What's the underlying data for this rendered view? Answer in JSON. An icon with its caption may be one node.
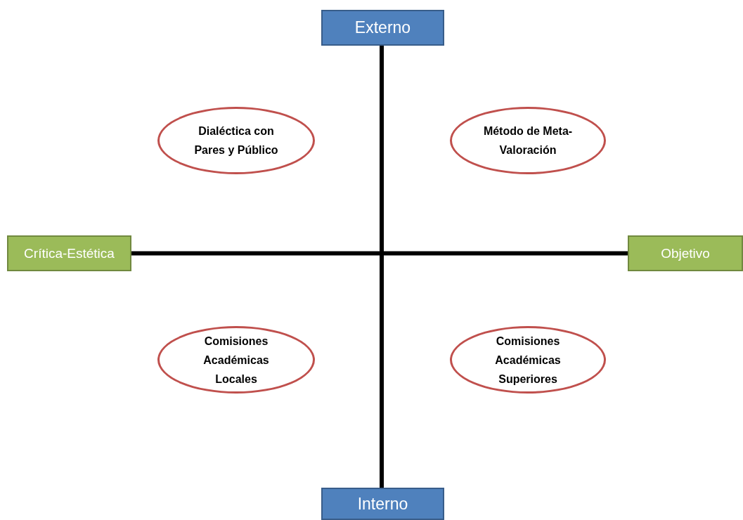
{
  "diagram": {
    "nodes": [
      {
        "text": [
          "Externo"
        ]
      },
      {
        "text": [
          "Dialéctica con Pares y Público"
        ]
      },
      {
        "text": [
          "Método de Meta-Valoración"
        ]
      },
      {
        "text": [
          "Crítica-Estética"
        ]
      },
      {
        "text": [
          "Objetivo"
        ]
      },
      {
        "text": [
          "Comisiones Académicas Locales"
        ]
      },
      {
        "text": [
          "Comisiones Académicas Superiores"
        ]
      },
      {
        "text": [
          "Interno"
        ]
      }
    ],
    "edges": [
      {
        "from": 0,
        "to": 7,
        "arrow": "none"
      },
      {
        "from": 3,
        "to": 4,
        "arrow": "none"
      }
    ]
  }
}
